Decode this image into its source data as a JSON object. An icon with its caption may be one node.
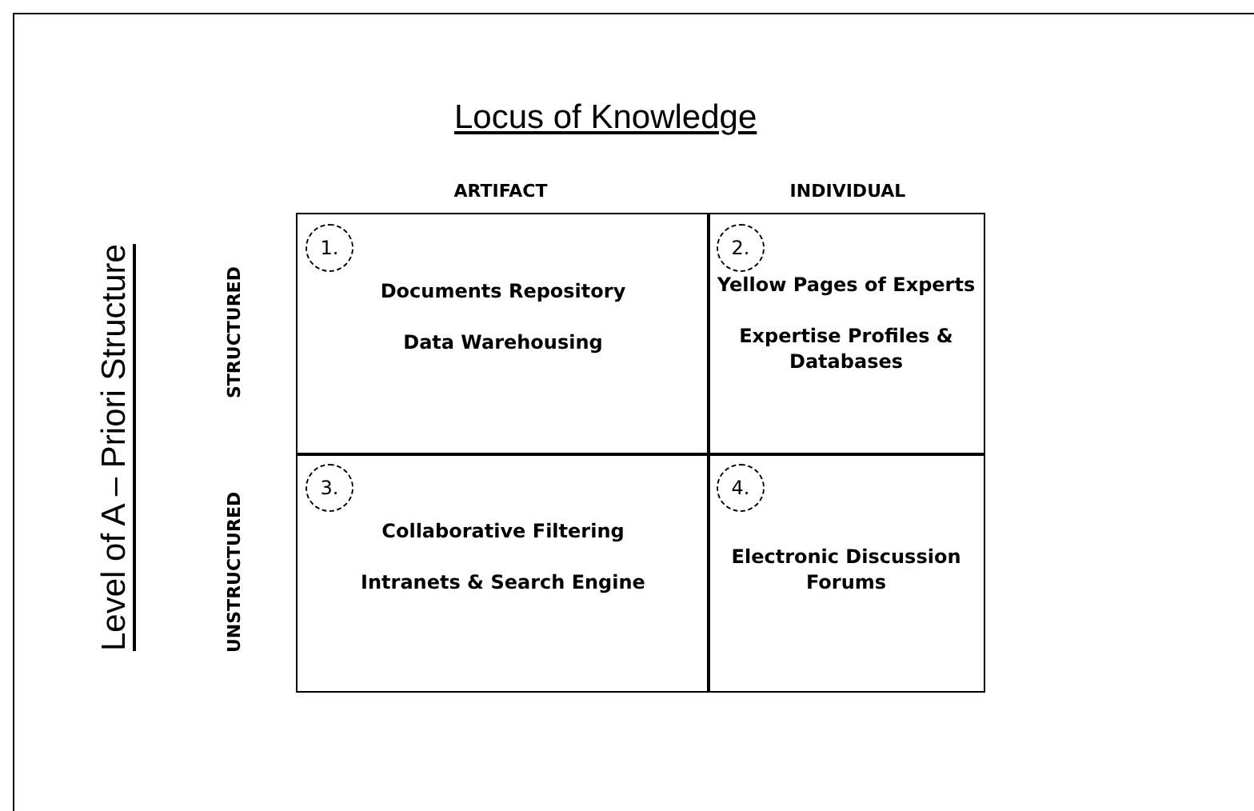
{
  "diagram": {
    "title": "Locus of Knowledge",
    "nodes": [
      {
        "text": [
          "Documents Repository",
          "Data Warehousing"
        ]
      },
      {
        "text": [
          "1."
        ],
        "in": 0
      },
      {
        "text": [
          "Yellow Pages of Experts",
          "Expertise Profiles & Databases"
        ]
      },
      {
        "text": [
          "2."
        ],
        "in": 2
      },
      {
        "text": [
          "Collaborative Filtering",
          "Intranets & Search Engine"
        ]
      },
      {
        "text": [
          "3."
        ],
        "in": 4
      },
      {
        "text": [
          "Electronic Discussion Forums"
        ]
      },
      {
        "text": [
          "4."
        ],
        "in": 6
      }
    ],
    "labels": [
      "ARTIFACT",
      "INDIVIDUAL",
      "Level of A – Priori Structure",
      "STRUCTURED",
      "UNSTRUCTURED"
    ]
  }
}
